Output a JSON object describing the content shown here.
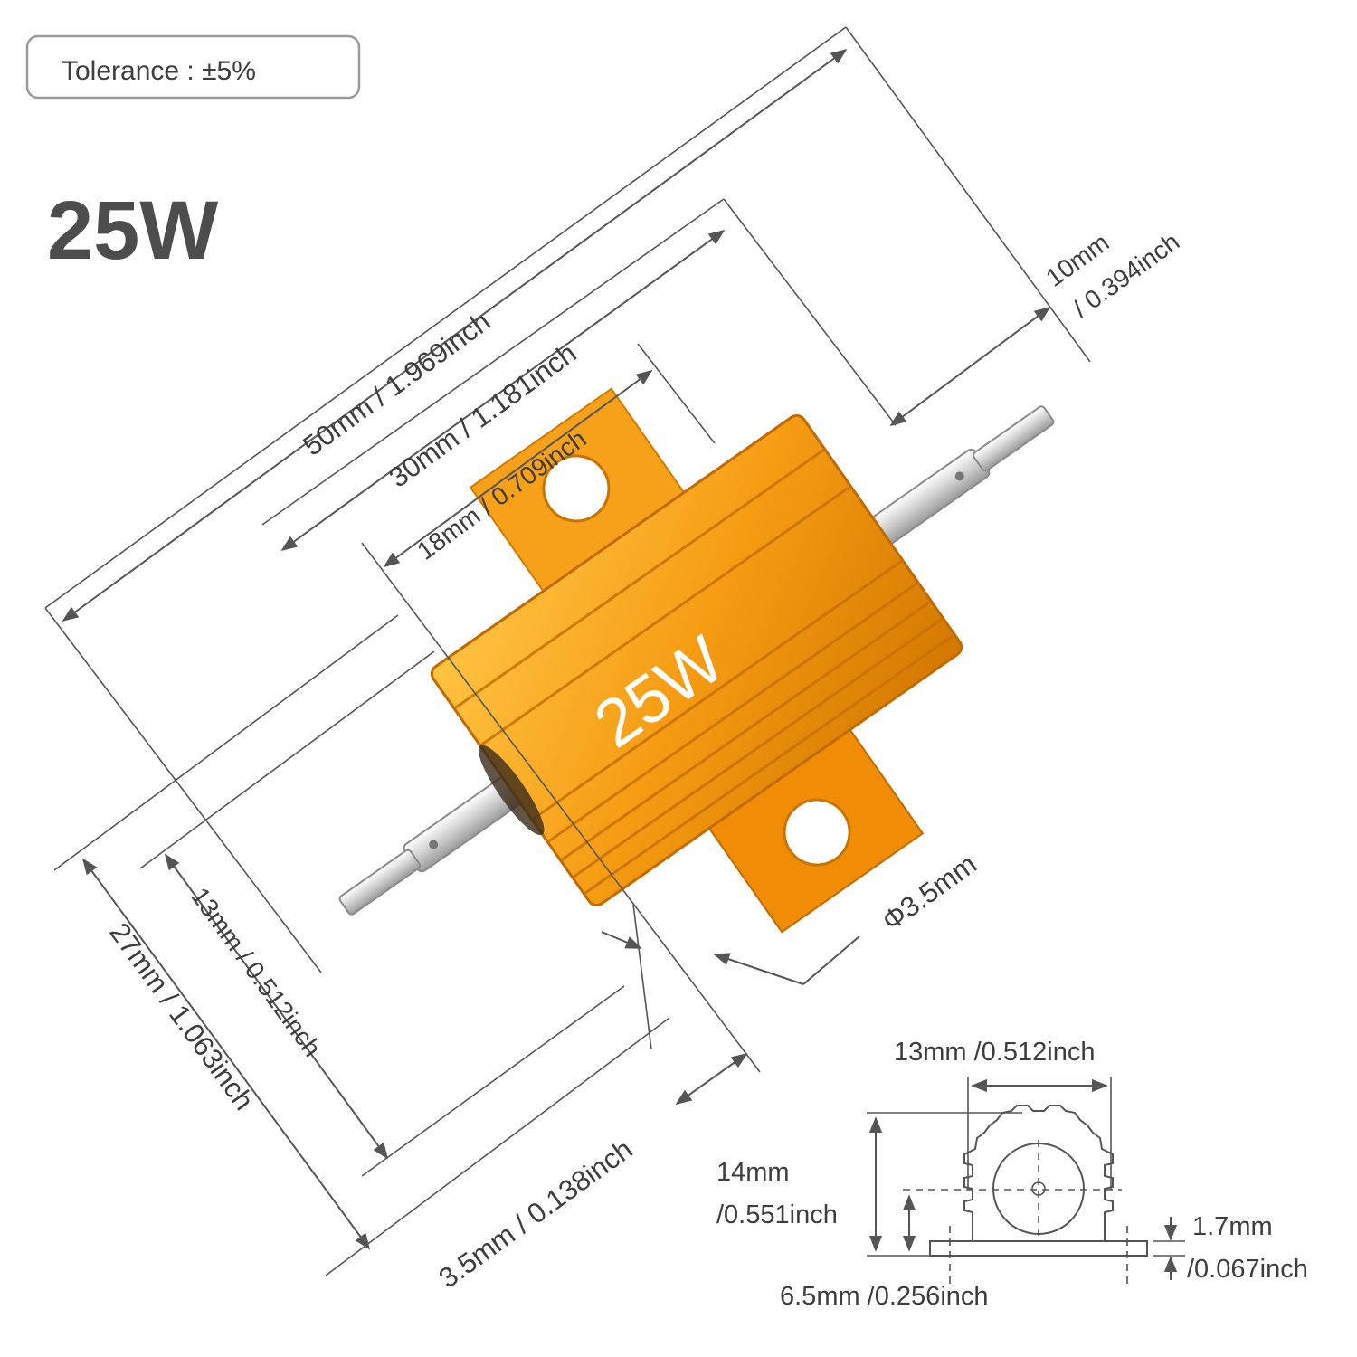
{
  "tolerance": {
    "text": "Tolerance : ±5%"
  },
  "power_title": "25W",
  "body_label": "25W",
  "dimensions": {
    "length_total": "50mm / 1.969inch",
    "body_length": "30mm / 1.181inch",
    "hole_spacing": "18mm / 0.709inch",
    "lead_length_mm": "10mm",
    "lead_length_in": "/ 0.394inch",
    "hole_diameter": "Φ3.5mm",
    "width_total": "27mm / 1.063inch",
    "body_width": "13mm / 0.512inch",
    "tab_edge": "3.5mm / 0.138inch"
  },
  "side_view": {
    "width_top": "13mm /0.512inch",
    "height_mm": "14mm",
    "height_in": "/0.551inch",
    "thickness_mm": "1.7mm",
    "thickness_in": "/0.067inch",
    "axis_height": "6.5mm /0.256inch"
  },
  "colors": {
    "body": "#f39a10",
    "body_light": "#ffbe3a",
    "body_dark": "#c96e00",
    "lead": "#d9d9d9",
    "line": "#555555"
  }
}
